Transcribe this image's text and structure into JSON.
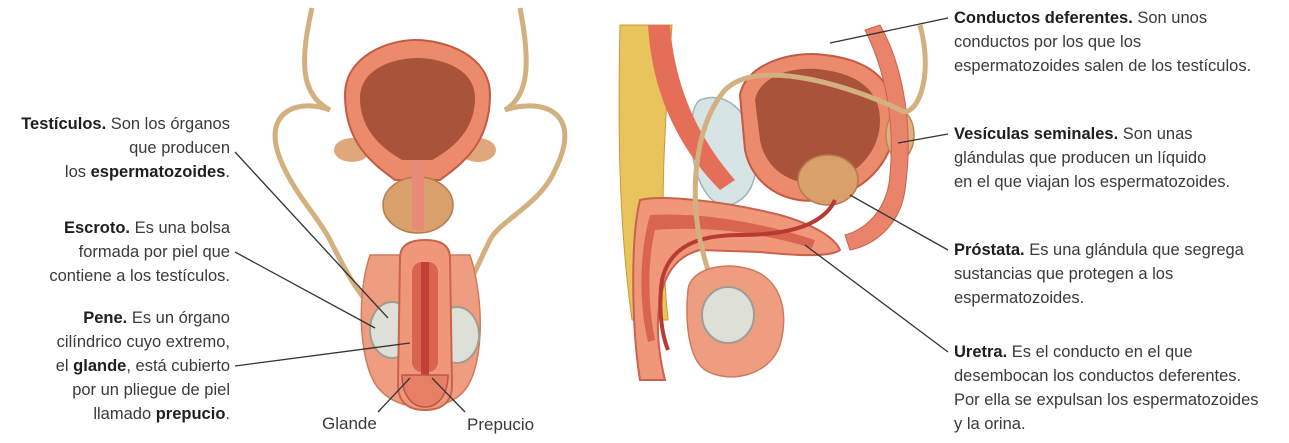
{
  "labels": {
    "testiculos": {
      "term": "Testículos.",
      "text1": " Son los órganos",
      "line2": "que producen",
      "line3_pre": "los ",
      "line3_bold": "espermatozoides",
      "line3_post": "."
    },
    "escroto": {
      "term": "Escroto.",
      "text1": " Es una bolsa",
      "line2": "formada por piel que",
      "line3": "contiene a los testículos."
    },
    "pene": {
      "term": "Pene.",
      "text1": " Es un órgano",
      "line2": "cilíndrico cuyo extremo,",
      "line3_pre": "el ",
      "line3_bold": "glande",
      "line3_post": ", está cubierto",
      "line4": "por un pliegue de piel",
      "line5_pre": "llamado ",
      "line5_bold": "prepucio",
      "line5_post": "."
    },
    "glande": "Glande",
    "prepucio": "Prepucio",
    "conductos": {
      "term": "Conductos deferentes.",
      "text1": " Son unos",
      "line2": "conductos por los que los",
      "line3": "espermatozoides salen de los testículos."
    },
    "vesiculas": {
      "term": "Vesículas seminales.",
      "text1": " Son unas",
      "line2": "glándulas que producen un líquido",
      "line3": "en el que viajan los espermatozoides."
    },
    "prostata": {
      "term": "Próstata.",
      "text1": " Es una glándula que segrega",
      "line2": "sustancias que protegen a los",
      "line3": "espermatozoides."
    },
    "uretra": {
      "term": "Uretra.",
      "text1": " Es el conducto en el que",
      "line2": "desembocan los conductos deferentes.",
      "line3": "Por ella se expulsan los espermatozoides",
      "line4": "y la orina."
    }
  },
  "colors": {
    "tissue": "#e8836a",
    "tissue_dark": "#b8473a",
    "bladder": "#a85438",
    "tube": "#d9b98a",
    "testis": "#dcdcd2",
    "fat": "#e9c35c",
    "leader": "#333333"
  }
}
